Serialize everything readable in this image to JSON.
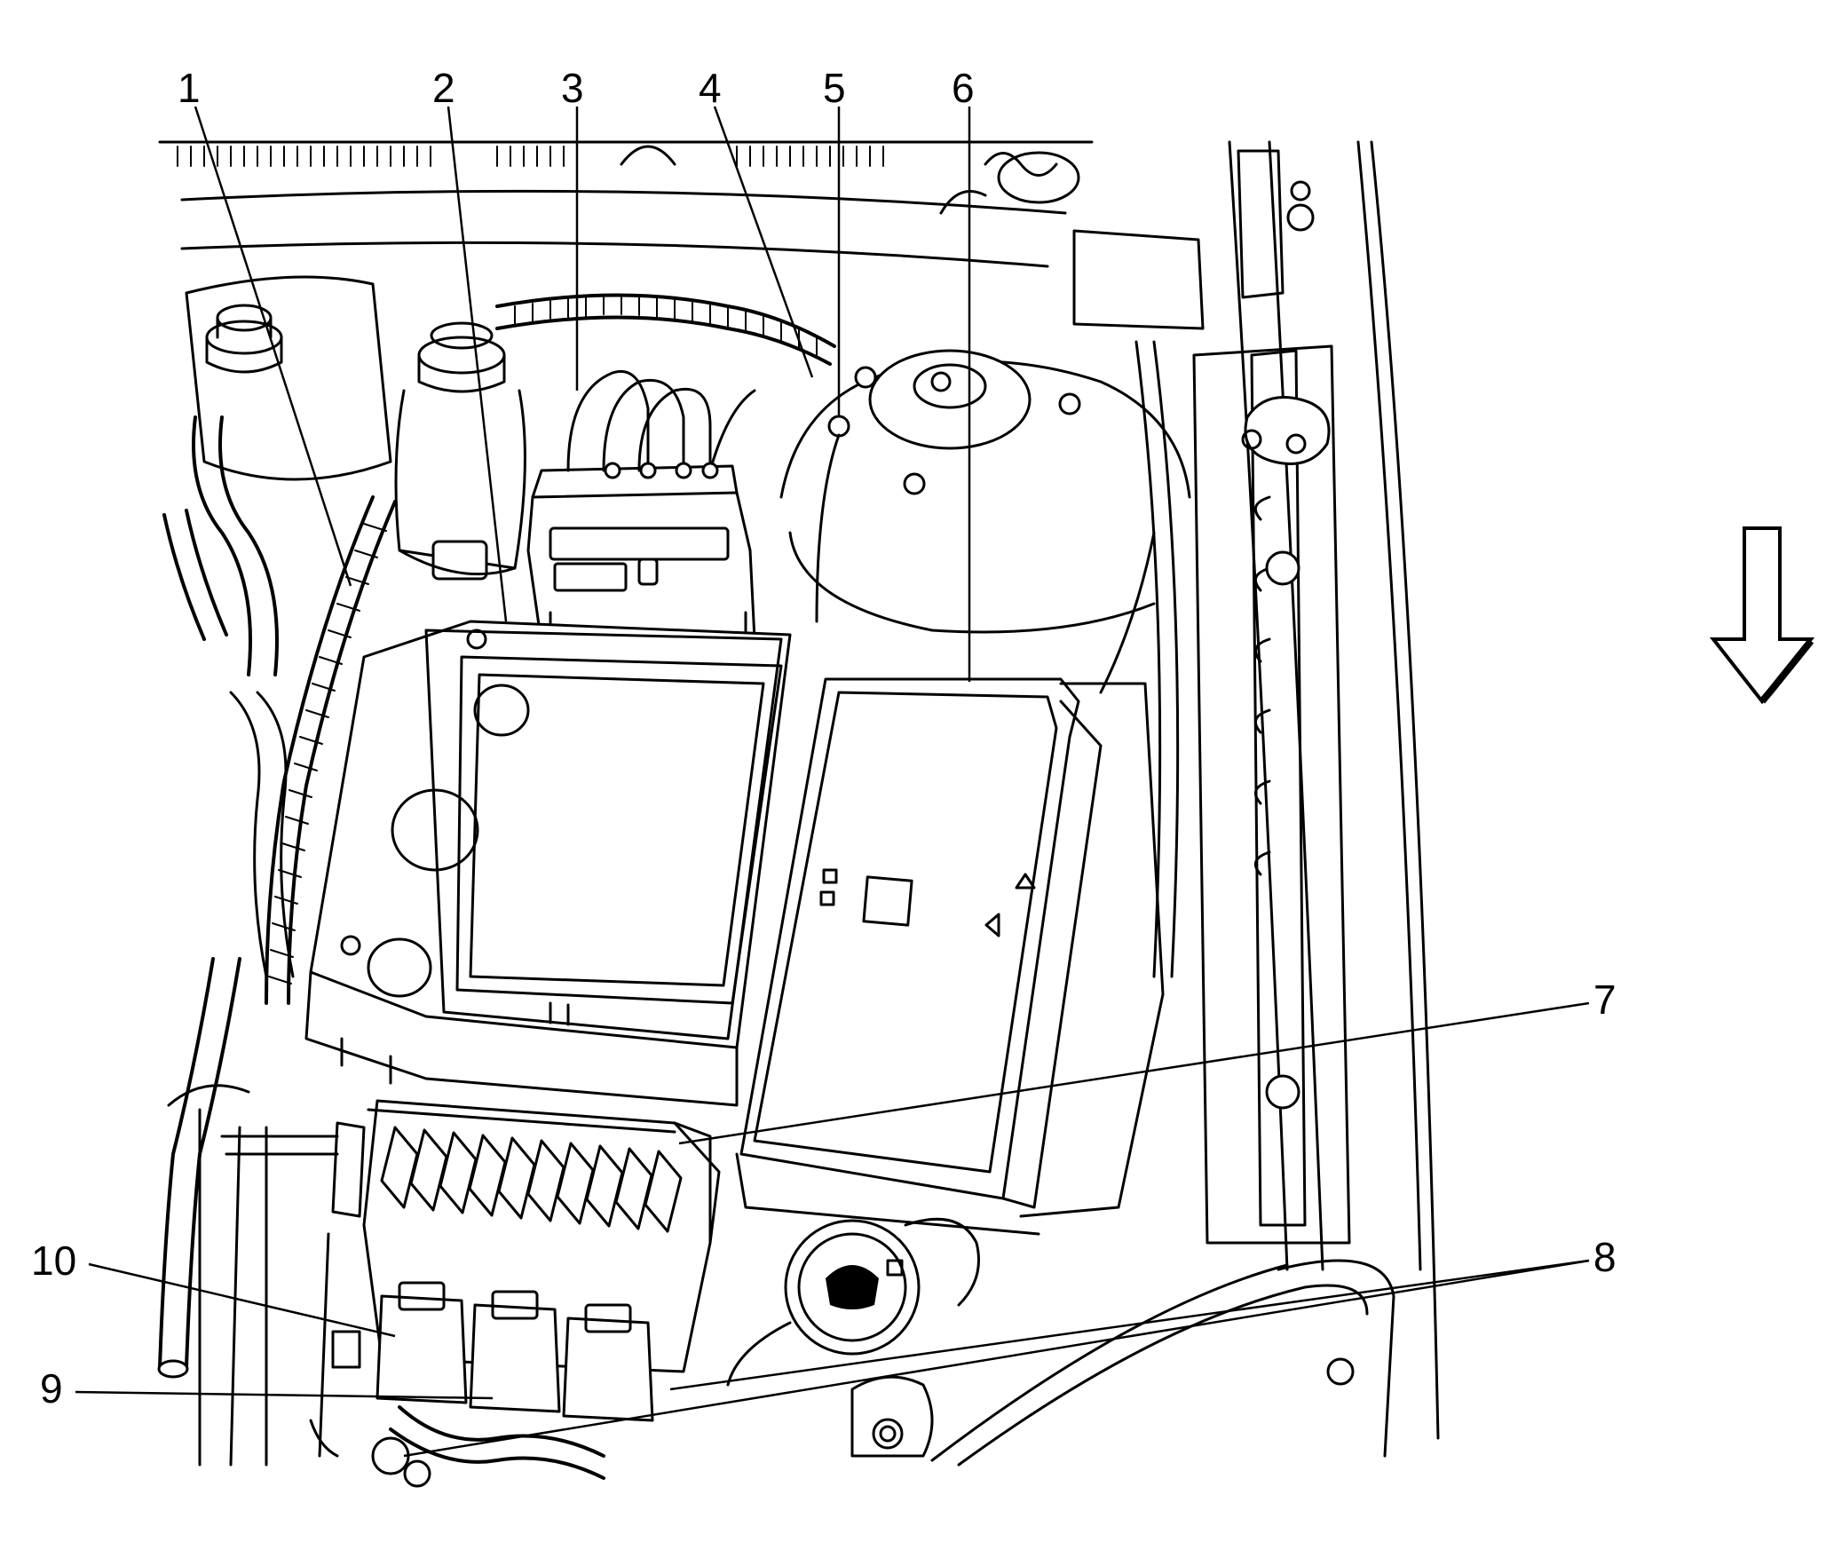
{
  "callouts": [
    {
      "id": "1",
      "label": "1"
    },
    {
      "id": "2",
      "label": "2"
    },
    {
      "id": "3",
      "label": "3"
    },
    {
      "id": "4",
      "label": "4"
    },
    {
      "id": "5",
      "label": "5"
    },
    {
      "id": "6",
      "label": "6"
    },
    {
      "id": "7",
      "label": "7"
    },
    {
      "id": "8",
      "label": "8"
    },
    {
      "id": "9",
      "label": "9"
    },
    {
      "id": "10",
      "label": "10"
    }
  ],
  "direction_arrow": {
    "icon": "down-arrow-icon",
    "direction": "down"
  },
  "colors": {
    "line": "#000000",
    "background": "#ffffff"
  }
}
